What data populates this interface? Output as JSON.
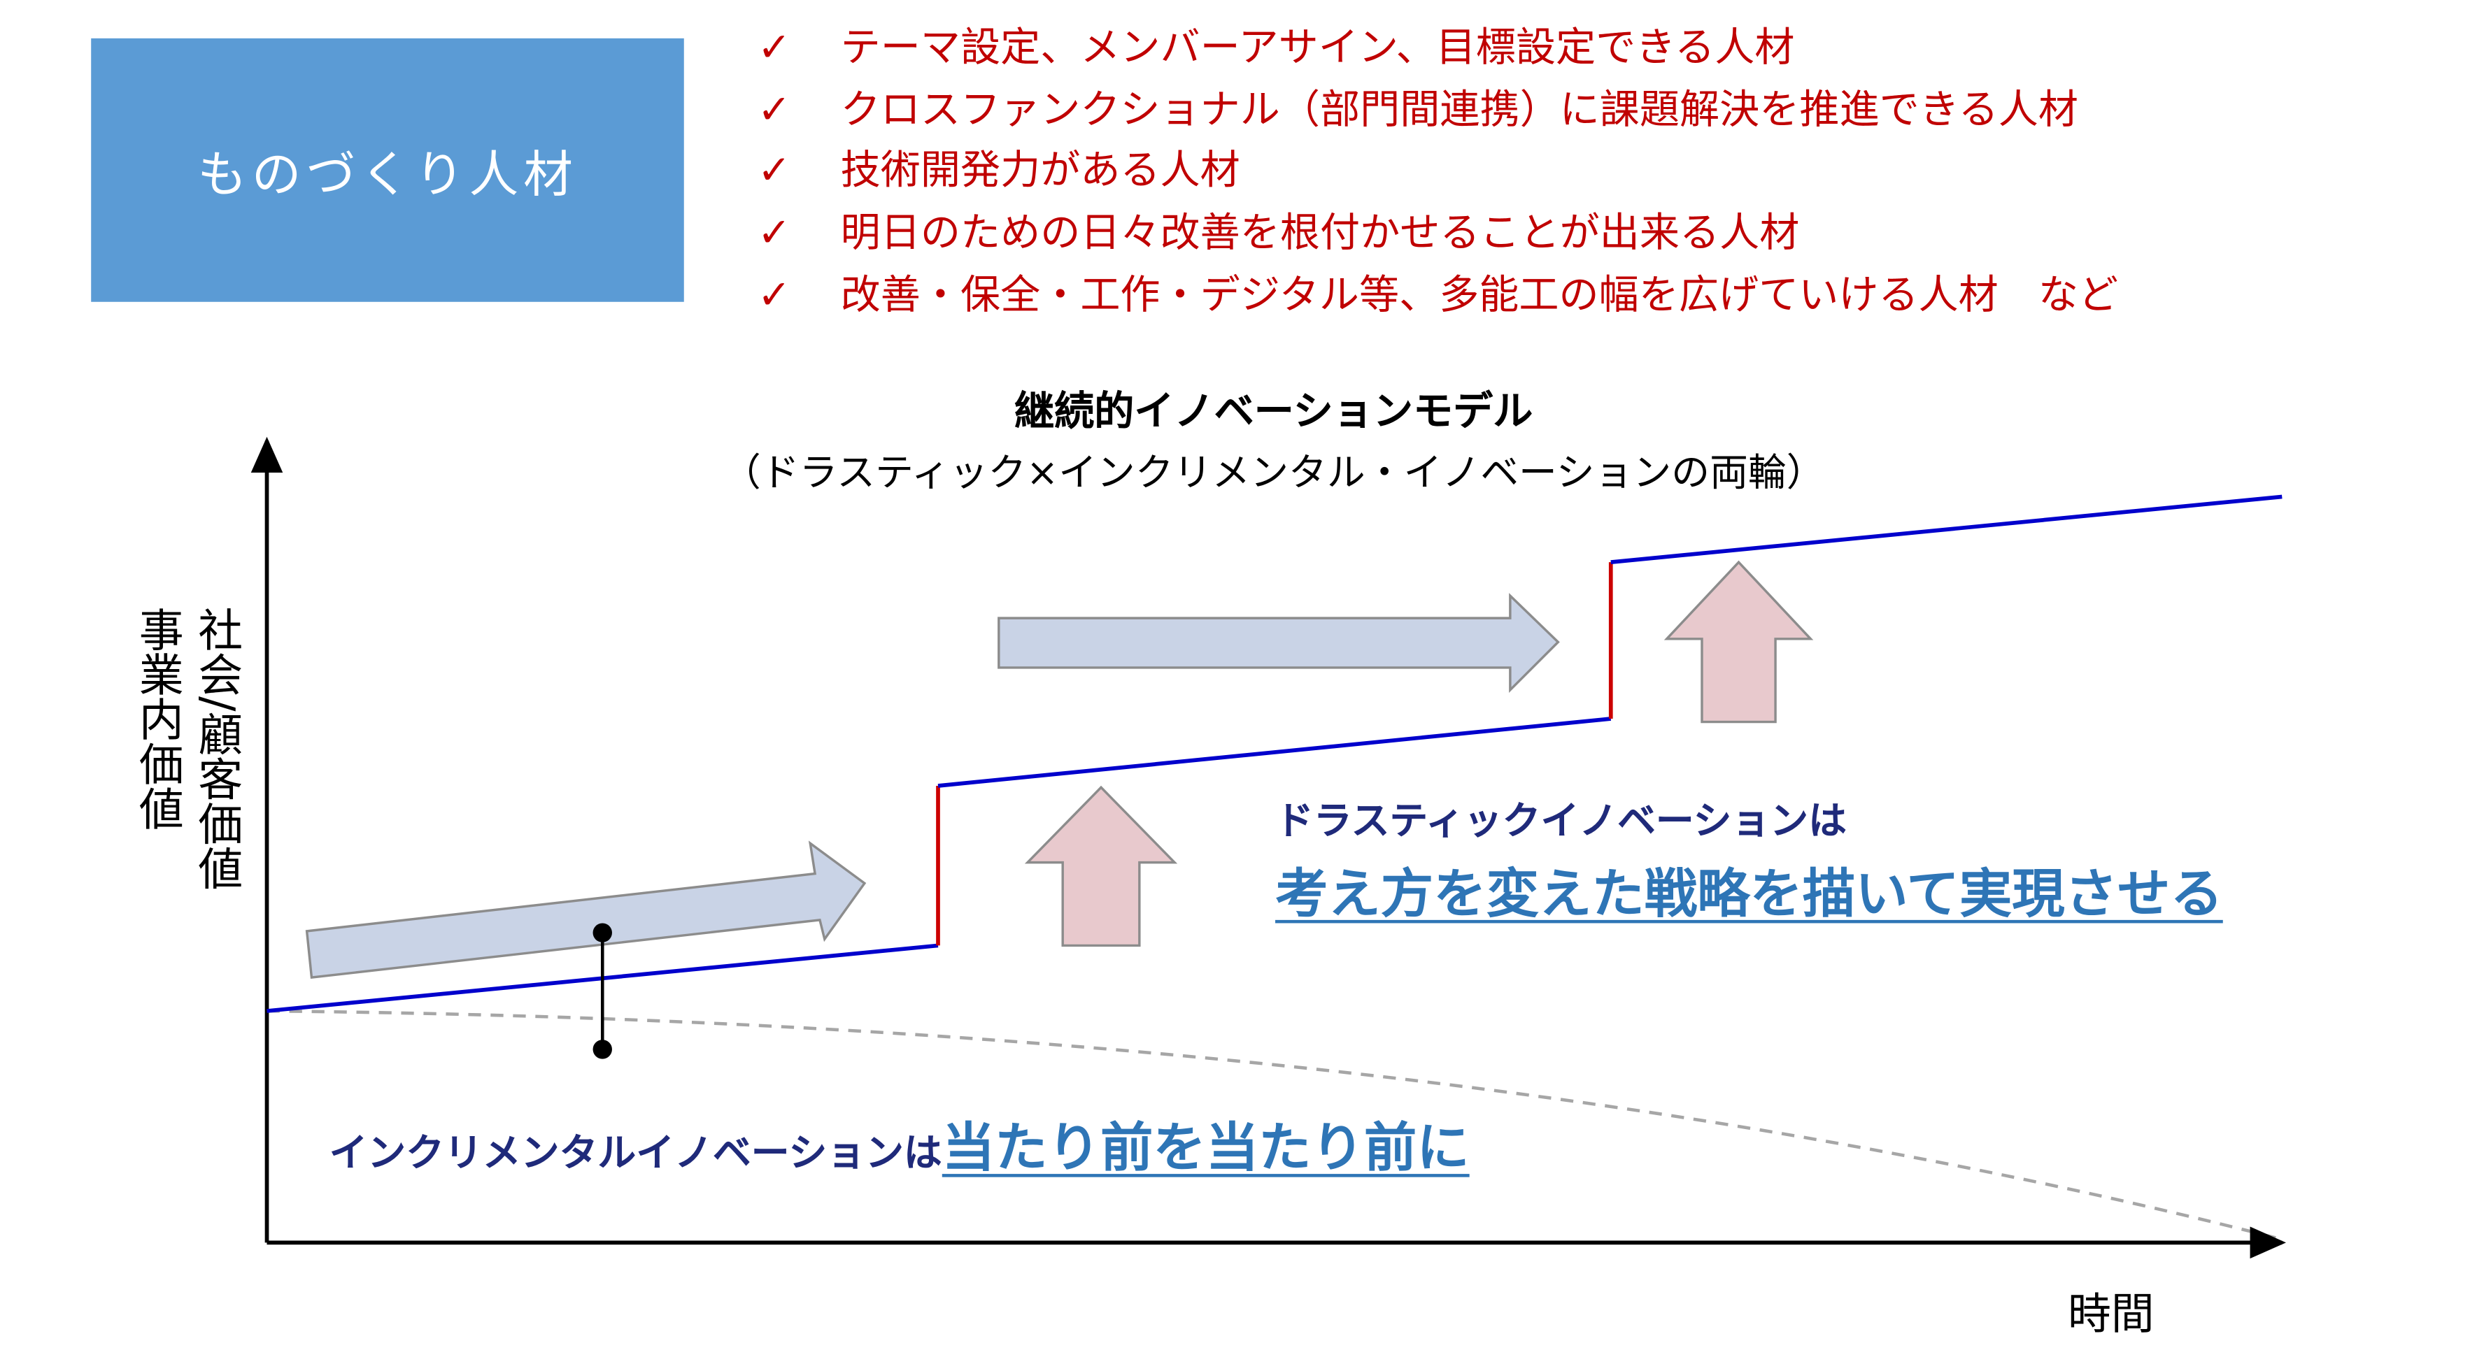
{
  "title_box": {
    "label": "ものづくり人材"
  },
  "checklist": {
    "mark": "✓",
    "items": [
      "テーマ設定、メンバーアサイン、目標設定できる人材",
      "クロスファンクショナル（部門間連携）に課題解決を推進できる人材",
      "技術開発力がある人材",
      "明日のための日々改善を根付かせることが出来る人材",
      "改善・保全・工作・デジタル等、多能工の幅を広げていける人材　など"
    ]
  },
  "diagram": {
    "title": "継続的イノベーションモデル",
    "subtitle": "（ドラスティック×インクリメンタル・イノベーションの両輪）",
    "y_axis_label_outer": "社会/顧客価値",
    "y_axis_label_inner": "事業内価値",
    "x_axis_label": "時間",
    "drastic_label": "ドラスティックイノベーションは",
    "drastic_emphasis": "考え方を変えた戦略を描いて実現させる",
    "incremental_label": "インクリメンタルイノベーションは",
    "incremental_emphasis": "当たり前を当たり前に"
  },
  "colors": {
    "title_box": "#5b9bd5",
    "checklist": "#c00000",
    "value_line": "#0000cc",
    "step_line": "#cc0000",
    "arrow_right": "#c9d3e6",
    "arrow_up": "#e8c9cd",
    "emphasis": "#2e75b6",
    "navy": "#1f2a7a"
  }
}
